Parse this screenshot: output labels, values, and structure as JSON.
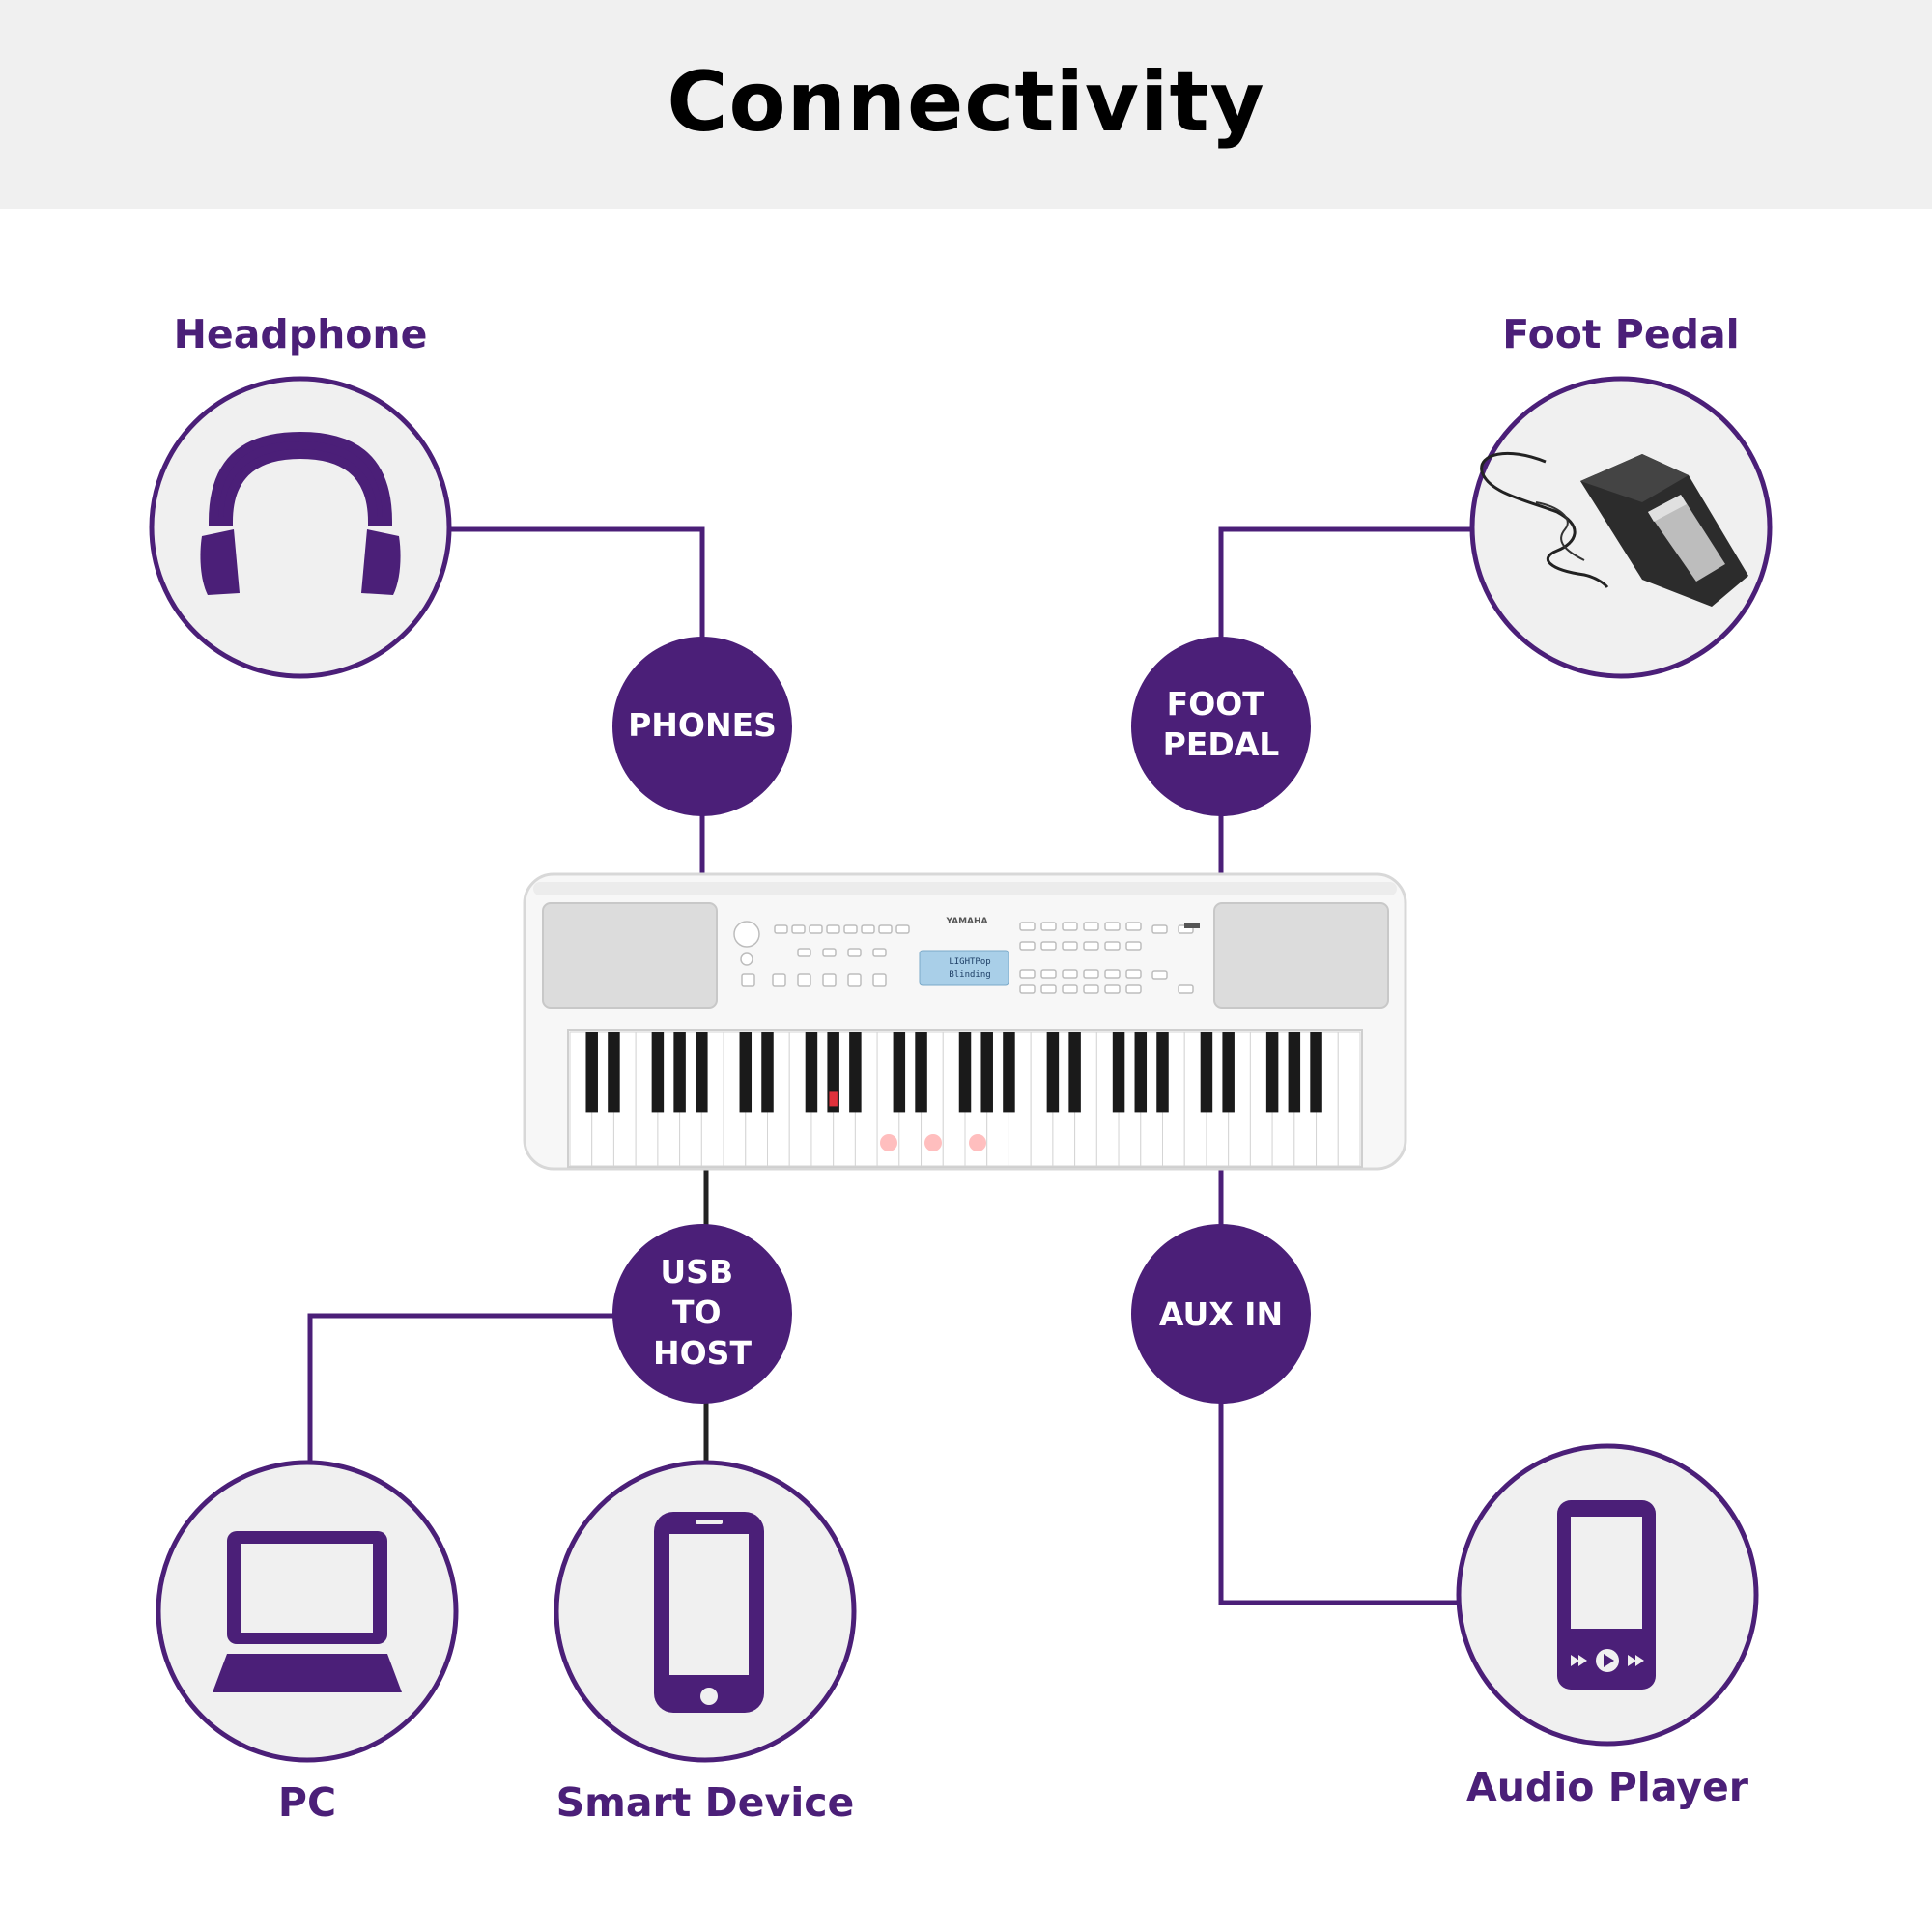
{
  "title": "Connectivity",
  "colors": {
    "accent": "#4b1f78",
    "circle_fill": "#f0f0f0",
    "header_bg": "#f0f0f0",
    "port_text": "#ffffff"
  },
  "devices": {
    "headphone": {
      "label": "Headphone",
      "icon": "headphones-icon"
    },
    "foot_pedal": {
      "label": "Foot Pedal",
      "icon": "sustain-pedal-image"
    },
    "pc": {
      "label": "PC",
      "icon": "laptop-icon"
    },
    "smart_device": {
      "label": "Smart Device",
      "icon": "smartphone-icon"
    },
    "audio_player": {
      "label": "Audio Player",
      "icon": "audio-player-icon"
    }
  },
  "ports": {
    "phones": {
      "lines": [
        "PHONES"
      ]
    },
    "foot_pedal": {
      "lines": [
        "FOOT",
        "PEDAL"
      ]
    },
    "usb_to_host": {
      "lines": [
        "USB",
        "TO",
        "HOST"
      ]
    },
    "aux_in": {
      "lines": [
        "AUX IN"
      ]
    }
  },
  "keyboard": {
    "brand": "YAMAHA",
    "display_lines": [
      "LIGHTPop",
      "Blinding"
    ]
  }
}
